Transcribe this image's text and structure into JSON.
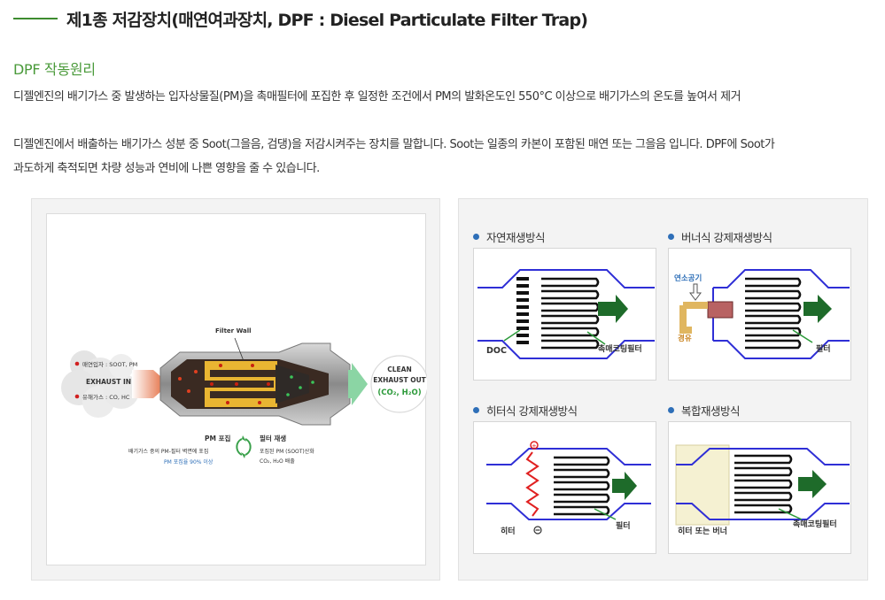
{
  "header": {
    "title": "제1종 저감장치(매연여과장치, DPF : Diesel Particulate Filter Trap)"
  },
  "section": {
    "subtitle": "DPF 작동원리",
    "paragraph1": "디젤엔진의 배기가스 중 발생하는 입자상물질(PM)을 촉매필터에 포집한 후 일정한 조건에서 PM의 발화온도인 550°C 이상으로 배기가스의 온도를 높여서 제거",
    "paragraph2_line1": "디젤엔진에서 배출하는 배기가스 성분 중 Soot(그을음, 검댕)을 저감시켜주는 장치를 말합니다. Soot는 일종의 카본이 포함된 매연 또는 그을음 입니다. DPF에 Soot가",
    "paragraph2_line2": "과도하게 축적되면 차량 성능과 연비에 나쁜 영향을 줄 수 있습니다."
  },
  "diagram": {
    "filter_wall": "Filter Wall",
    "inlet_soot": "매연입자 : SOOT, PM",
    "exhaust_in": "EXHAUST IN",
    "inlet_gas": "유해가스 : CO, HC",
    "clean": "CLEAN",
    "exhaust_out": "EXHAUST OUT",
    "out_formula": "(CO₂, H₂O)",
    "pm_capture": "PM 포집",
    "pm_capture_desc": "배기가스 중의 PM-필터 벽면에 포집",
    "pm_capture_rate": "PM 포집율 90% 이상",
    "filter_regen": "필터 재생",
    "filter_regen_desc1": "포집된 PM (SOOT)산화",
    "filter_regen_desc2": "CO₂, H₂O 배출"
  },
  "methods": {
    "natural": {
      "title": "자연재생방식",
      "label_doc": "DOC",
      "label_filter": "촉매코팅필터"
    },
    "burner": {
      "title": "버너식 강제재생방식",
      "label_air": "연소공기",
      "label_fuel": "경유",
      "label_filter": "필터"
    },
    "heater": {
      "title": "히터식 강제재생방식",
      "label_heater": "히터",
      "label_filter": "필터"
    },
    "combined": {
      "title": "복합재생방식",
      "label_heater": "히터 또는 버너",
      "label_filter": "촉매코팅필터"
    }
  },
  "colors": {
    "accent_green": "#3d8b2f",
    "bullet_blue": "#2e6fb8",
    "pipe_blue": "#2f2fd6",
    "arrow_green": "#1e6b2a"
  }
}
